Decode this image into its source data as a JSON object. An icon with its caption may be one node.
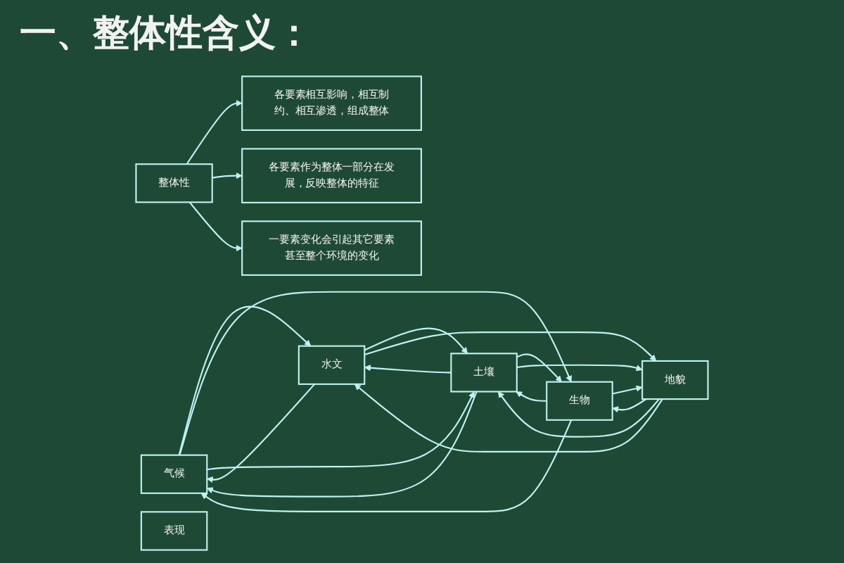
{
  "diagram": {
    "title": "一、整体性含义：",
    "nodes": [
      {
        "text": [
          "气候"
        ]
      },
      {
        "text": [
          "水文"
        ]
      },
      {
        "text": [
          "土壤"
        ]
      },
      {
        "text": [
          "生物"
        ]
      },
      {
        "text": [
          "地貌"
        ]
      },
      {
        "text": [
          "整体性"
        ]
      },
      {
        "text": [
          "表现"
        ]
      },
      {
        "text": [
          "各要素相互影响，相互制约、相互渗透，组成整体"
        ]
      },
      {
        "text": [
          "各要素作为整体一部分在发展，反映整体的特征"
        ]
      },
      {
        "text": [
          "一要素变化会引起其它要素甚至整个环境的变化"
        ]
      }
    ],
    "edges": [
      {
        "from": 1,
        "to": 0,
        "arrow": "to"
      },
      {
        "from": 0,
        "to": 1,
        "arrow": "to"
      },
      {
        "from": 0,
        "to": 3,
        "arrow": "to"
      },
      {
        "from": 3,
        "to": 0,
        "arrow": "to"
      },
      {
        "from": 2,
        "to": 0,
        "arrow": "to"
      },
      {
        "from": 0,
        "to": 2,
        "arrow": "to"
      },
      {
        "from": 2,
        "to": 1,
        "arrow": "to"
      },
      {
        "from": 1,
        "to": 2,
        "arrow": "to"
      },
      {
        "from": 2,
        "to": 3,
        "arrow": "to"
      },
      {
        "from": 3,
        "to": 2,
        "arrow": "to"
      },
      {
        "from": 2,
        "to": 4,
        "arrow": "to"
      },
      {
        "from": 4,
        "to": 2,
        "arrow": "to"
      },
      {
        "from": 1,
        "to": 4,
        "arrow": "to"
      },
      {
        "from": 4,
        "to": 1,
        "arrow": "to"
      },
      {
        "from": 4,
        "to": 3,
        "arrow": "to"
      },
      {
        "from": 3,
        "to": 4,
        "arrow": "to"
      },
      {
        "from": 5,
        "to": 7,
        "arrow": "to"
      },
      {
        "from": 5,
        "to": 8,
        "arrow": "to"
      },
      {
        "from": 5,
        "to": 9,
        "arrow": "to"
      }
    ]
  }
}
